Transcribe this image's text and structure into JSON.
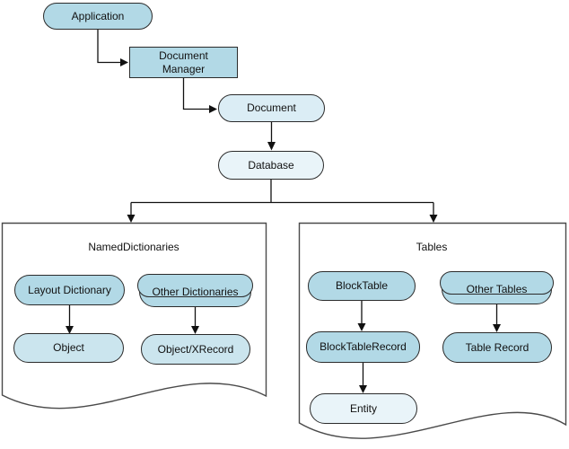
{
  "colors": {
    "background": "#ffffff",
    "node-blue": "#b2d9e6",
    "node-blue-soft": "#cbe5ee",
    "node-blue-pale": "#dbedf5",
    "node-blue-faint": "#e9f4f9",
    "node-border": "#2b2b2b",
    "container-border": "#4a4a4a",
    "connector": "#111111"
  },
  "flow": {
    "application": "Application",
    "document_manager": "Document Manager",
    "document": "Document",
    "database": "Database"
  },
  "groups": {
    "named_dictionaries": {
      "title": "NamedDictionaries",
      "layout_dictionary": "Layout Dictionary",
      "other_dictionaries": "Other Dictionaries",
      "object": "Object",
      "object_xrecord": "Object/XRecord"
    },
    "tables": {
      "title": "Tables",
      "block_table": "BlockTable",
      "other_tables": "Other Tables",
      "block_table_record": "BlockTableRecord",
      "table_record": "Table Record",
      "entity": "Entity"
    }
  }
}
